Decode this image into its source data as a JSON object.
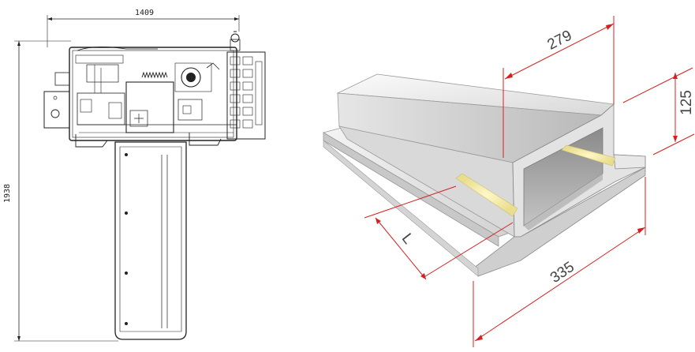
{
  "machine_drawing": {
    "width_dimension": "1409",
    "height_dimension": "1938"
  },
  "profile_drawing": {
    "dim_top": "279",
    "dim_height": "125",
    "dim_base": "335",
    "dim_length": "L"
  },
  "colors": {
    "dimension_line": "#d42020",
    "profile_light": "#f2f2f2",
    "profile_mid": "#cfcfcf",
    "profile_dark": "#9a9a9a",
    "slot_highlight": "#f1ecb0"
  }
}
